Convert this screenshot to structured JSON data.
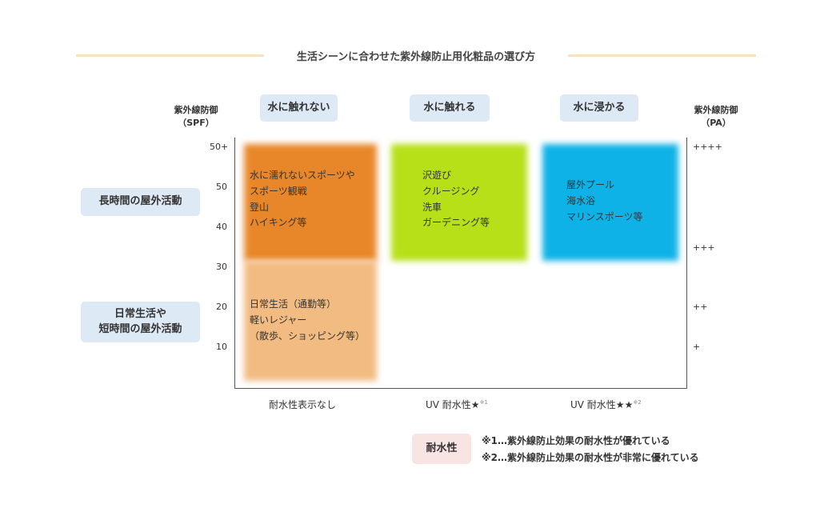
{
  "title": "生活シーンに合わせた紫外線防止用化粧品の選び方",
  "columns": [
    "水に触れない",
    "水に触れる",
    "水に浸かる"
  ],
  "left_axis": {
    "label": "紫外線防御",
    "unit": "（SPF）",
    "ticks": [
      "50+",
      "50",
      "40",
      "30",
      "20",
      "10"
    ]
  },
  "right_axis": {
    "label": "紫外線防御",
    "unit": "（PA）",
    "ticks": [
      "++++",
      "+++",
      "++",
      "+"
    ]
  },
  "rows": [
    "長時間の屋外活動",
    "日常生活や\n短時間の屋外活動"
  ],
  "cells": {
    "dry_high": "水に濡れないスポーツや\nスポーツ観戦\n登山\nハイキング等",
    "dry_low": "日常生活（通勤等）\n軽いレジャー\n（散歩、ショッピング等）",
    "wet": "沢遊び\nクルージング\n洗車\nガーデニング等",
    "immersed": "屋外プール\n海水浴\nマリンスポーツ等"
  },
  "footer": [
    {
      "label": "耐水性表示なし",
      "note": ""
    },
    {
      "label": "UV 耐水性★",
      "note": "※1"
    },
    {
      "label": "UV 耐水性★★",
      "note": "※2"
    }
  ],
  "legend": {
    "badge": "耐水性",
    "notes": [
      "※1…紫外線防止効果の耐水性が優れている",
      "※2…紫外線防止効果の耐水性が非常に優れている"
    ]
  },
  "colors": {
    "orange": "#e8872a",
    "light_orange": "#f2bb82",
    "green": "#b8e019",
    "blue": "#0fb2e6",
    "pill": "#dde9f5",
    "badge": "#f9e4e4"
  }
}
